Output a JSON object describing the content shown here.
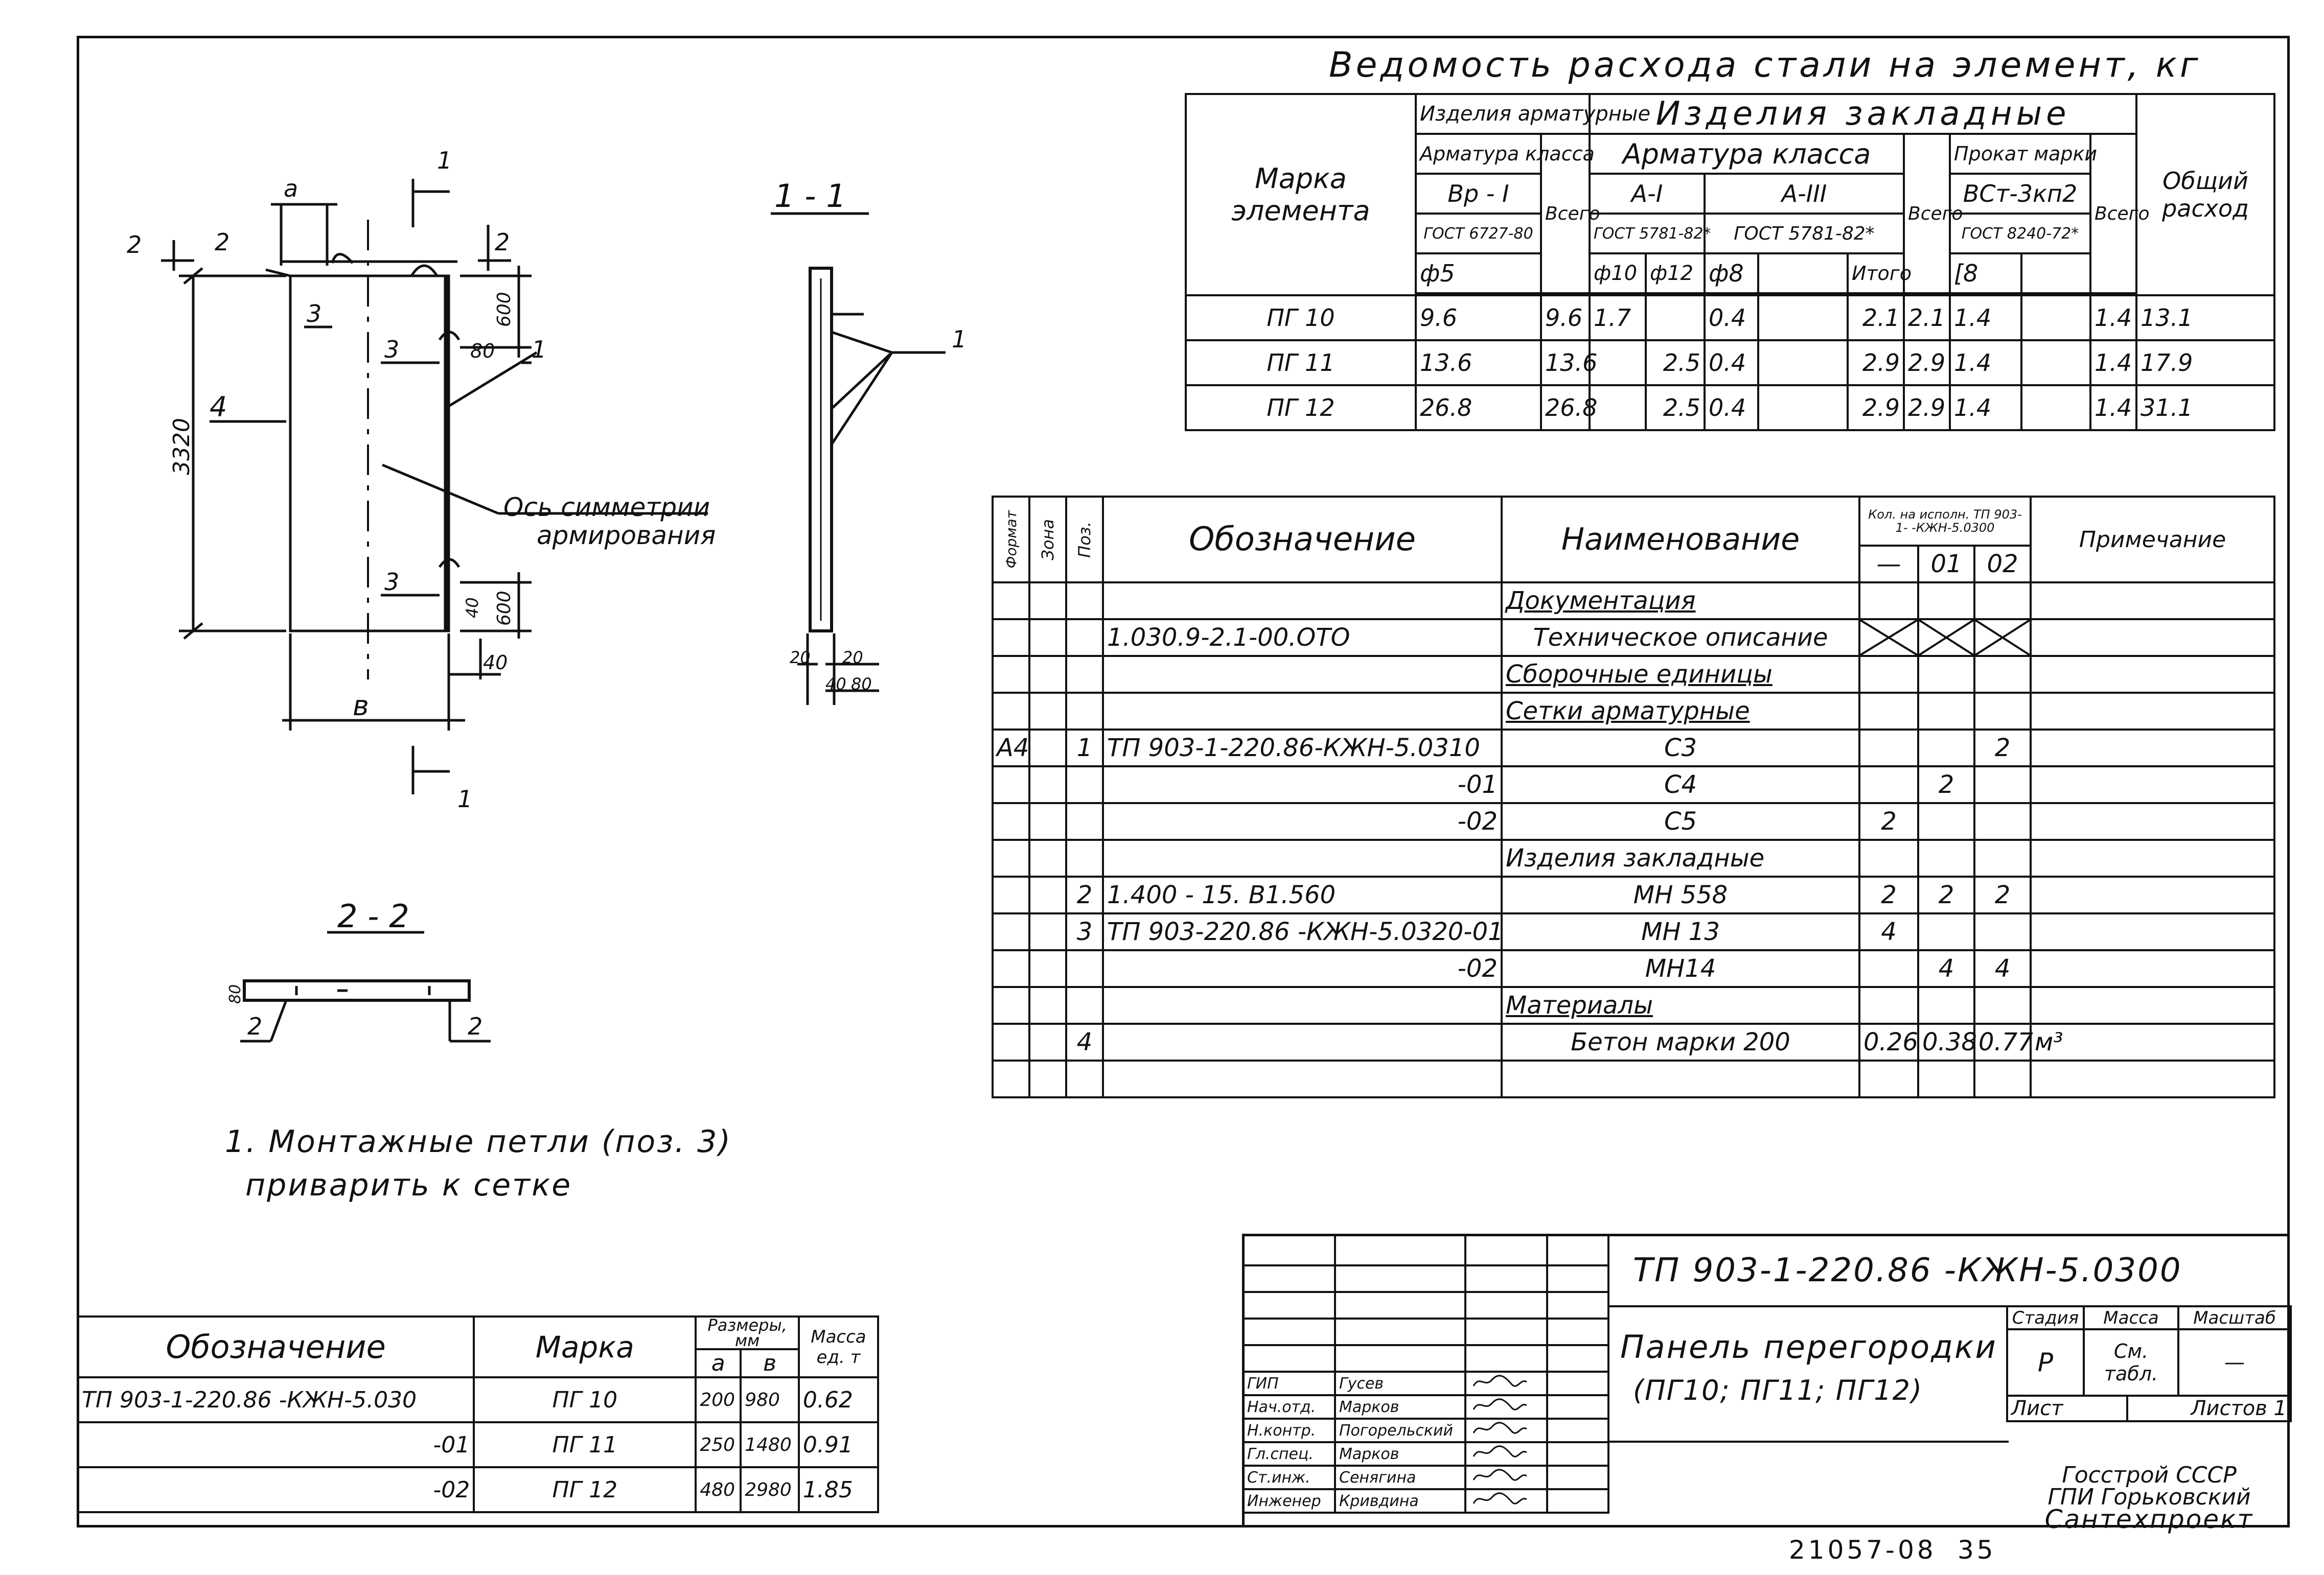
{
  "steel": {
    "title": "Ведомость расхода стали на элемент, кг",
    "h_mark": "Марка элемента",
    "h_arm_items": "Изделия арматурные",
    "h_arm_class": "Арматура класса",
    "h_bp1": "Вр - I",
    "h_gost6727": "ГОСТ 6727-80",
    "h_phi5": "ф5",
    "h_total": "Всего",
    "h_embed": "Изделия закладные",
    "h_arm_class2": "Арматура класса",
    "h_a1": "А-I",
    "h_a3": "А-III",
    "h_gost5781a": "ГОСТ 5781-82*",
    "h_gost5781b": "ГОСТ 5781-82*",
    "h_phi10": "ф10",
    "h_phi12": "ф12",
    "h_phi8": "ф8",
    "h_itogo": "Итого",
    "h_prokat": "Прокат марки",
    "h_vst": "ВСт-3кп2",
    "h_gost8240": "ГОСТ 8240-72*",
    "h_c8": "[8",
    "h_common": "Общий расход",
    "rows": [
      {
        "mark": "ПГ 10",
        "f5": "9.6",
        "t1": "9.6",
        "f10": "1.7",
        "f12": "",
        "f8": "0.4",
        "itogo": "2.1",
        "t2": "2.1",
        "c8": "1.4",
        "t3": "1.4",
        "sum": "13.1"
      },
      {
        "mark": "ПГ 11",
        "f5": "13.6",
        "t1": "13.6",
        "f10": "",
        "f12": "2.5",
        "f8": "0.4",
        "itogo": "2.9",
        "t2": "2.9",
        "c8": "1.4",
        "t3": "1.4",
        "sum": "17.9"
      },
      {
        "mark": "ПГ 12",
        "f5": "26.8",
        "t1": "26.8",
        "f10": "",
        "f12": "2.5",
        "f8": "0.4",
        "itogo": "2.9",
        "t2": "2.9",
        "c8": "1.4",
        "t3": "1.4",
        "sum": "31.1"
      }
    ]
  },
  "spec": {
    "h_format": "Формат",
    "h_zone": "Зона",
    "h_pos": "Поз.",
    "h_designation": "Обозначение",
    "h_name": "Наименование",
    "h_qty": "Кол. на исполн. ТП 903-1- -КЖН-5.0300",
    "h_qty_a": "—",
    "h_qty_b": "01",
    "h_qty_c": "02",
    "h_note": "Примечание",
    "rows": [
      {
        "fmt": "",
        "zone": "",
        "pos": "",
        "des": "",
        "name": "Документация",
        "q1": "",
        "q2": "",
        "q3": "",
        "note": "",
        "u": true
      },
      {
        "fmt": "",
        "zone": "",
        "pos": "",
        "des": "1.030.9-2.1-00.ОТО",
        "name": "Техническое описание",
        "q1": "",
        "q2": "",
        "q3": "",
        "note": "",
        "x": true
      },
      {
        "fmt": "",
        "zone": "",
        "pos": "",
        "des": "",
        "name": "Сборочные единицы",
        "q1": "",
        "q2": "",
        "q3": "",
        "note": "",
        "u": true
      },
      {
        "fmt": "",
        "zone": "",
        "pos": "",
        "des": "",
        "name": "Сетки арматурные",
        "q1": "",
        "q2": "",
        "q3": "",
        "note": "",
        "u": true
      },
      {
        "fmt": "А4",
        "zone": "",
        "pos": "1",
        "des": "ТП 903-1-220.86-КЖН-5.0310",
        "name": "С3",
        "q1": "",
        "q2": "",
        "q3": "2",
        "note": ""
      },
      {
        "fmt": "",
        "zone": "",
        "pos": "",
        "des": "-01",
        "name": "С4",
        "q1": "",
        "q2": "2",
        "q3": "",
        "note": "",
        "dr": true
      },
      {
        "fmt": "",
        "zone": "",
        "pos": "",
        "des": "-02",
        "name": "С5",
        "q1": "2",
        "q2": "",
        "q3": "",
        "note": "",
        "dr": true
      },
      {
        "fmt": "",
        "zone": "",
        "pos": "",
        "des": "",
        "name": "Изделия закладные",
        "q1": "",
        "q2": "",
        "q3": "",
        "note": ""
      },
      {
        "fmt": "",
        "zone": "",
        "pos": "2",
        "des": "1.400 - 15. В1.560",
        "name": "МН 558",
        "q1": "2",
        "q2": "2",
        "q3": "2",
        "note": ""
      },
      {
        "fmt": "",
        "zone": "",
        "pos": "3",
        "des": "ТП 903-220.86 -КЖН-5.0320-01",
        "name": "МН 13",
        "q1": "4",
        "q2": "",
        "q3": "",
        "note": ""
      },
      {
        "fmt": "",
        "zone": "",
        "pos": "",
        "des": "-02",
        "name": "МН14",
        "q1": "",
        "q2": "4",
        "q3": "4",
        "note": "",
        "dr": true
      },
      {
        "fmt": "",
        "zone": "",
        "pos": "",
        "des": "",
        "name": "Материалы",
        "q1": "",
        "q2": "",
        "q3": "",
        "note": "",
        "u": true
      },
      {
        "fmt": "",
        "zone": "",
        "pos": "4",
        "des": "",
        "name": "Бетон марки 200",
        "q1": "0.26",
        "q2": "0.38",
        "q3": "0.77",
        "note": "м³"
      },
      {
        "fmt": "",
        "zone": "",
        "pos": "",
        "des": "",
        "name": "",
        "q1": "",
        "q2": "",
        "q3": "",
        "note": ""
      }
    ]
  },
  "sizes": {
    "h_designation": "Обозначение",
    "h_mark": "Марка",
    "h_sizes": "Размеры, мм",
    "h_a": "а",
    "h_b": "в",
    "h_mass": "Масса ед. т",
    "rows": [
      {
        "des": "ТП 903-1-220.86 -КЖН-5.030",
        "mark": "ПГ 10",
        "a": "200",
        "b": "980",
        "m": "0.62"
      },
      {
        "des": "-01",
        "mark": "ПГ 11",
        "a": "250",
        "b": "1480",
        "m": "0.91"
      },
      {
        "des": "-02",
        "mark": "ПГ 12",
        "a": "480",
        "b": "2980",
        "m": "1.85"
      }
    ]
  },
  "notes": {
    "line1": "1. Монтажные петли (поз. 3)",
    "line2": "приварить к сетке"
  },
  "drawing": {
    "section_11": "1 - 1",
    "section_22": "2 - 2",
    "cut1": "1",
    "cut2": "2",
    "lbl_a": "а",
    "lbl_b": "в",
    "lbl_2": "2",
    "lbl_3": "3",
    "lbl_4": "4",
    "lbl_1": "1",
    "dim_3320": "3320",
    "dim_600a": "600",
    "dim_600b": "600",
    "dim_80": "80",
    "dim_40a": "40",
    "dim_40b": "40",
    "dim_20a": "20",
    "dim_20b": "20",
    "dim_40c": "40",
    "dim_80b": "80",
    "dim_80c": "80",
    "axis1": "Ось симметрии",
    "axis2": "армирования"
  },
  "stamp": {
    "code": "ТП 903-1-220.86 -КЖН-5.0300",
    "title1": "Панель перегородки",
    "title2": "(ПГ10; ПГ11; ПГ12)",
    "h_stage": "Стадия",
    "h_mass": "Масса",
    "h_scale": "Масштаб",
    "stage": "Р",
    "mass": "См. табл.",
    "scale": "—",
    "sheet": "Лист",
    "sheets": "Листов 1",
    "org1": "Госстрой СССР",
    "org2": "ГПИ Горьковский",
    "org3": "Сантехпроект",
    "people": [
      {
        "role": "ГИП",
        "name": "Гусев"
      },
      {
        "role": "Нач.отд.",
        "name": "Марков"
      },
      {
        "role": "Н.контр.",
        "name": "Погорельский"
      },
      {
        "role": "Гл.спец.",
        "name": "Марков"
      },
      {
        "role": "Ст.инж.",
        "name": "Сенягина"
      },
      {
        "role": "Инженер",
        "name": "Кривдина"
      }
    ]
  },
  "footer": {
    "number": "21057-08",
    "page": "35"
  }
}
